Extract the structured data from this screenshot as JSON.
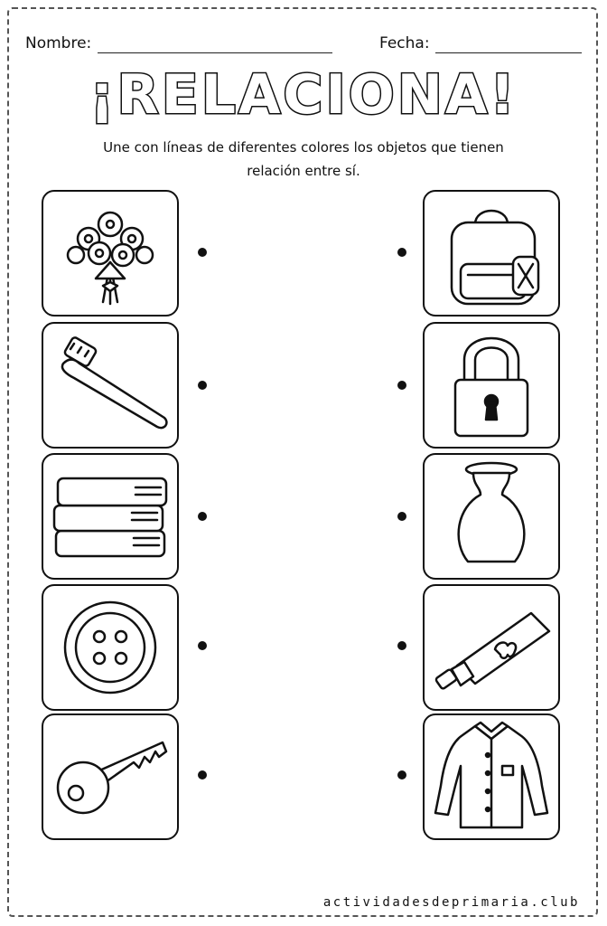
{
  "header": {
    "name_label": "Nombre:",
    "date_label": "Fecha:"
  },
  "title": "¡RELACIONA!",
  "instructions": {
    "line1": "Une con líneas de diferentes colores los objetos que tienen",
    "line2": "relación entre sí."
  },
  "left_items": [
    {
      "icon": "flower-bouquet-icon"
    },
    {
      "icon": "toothbrush-icon"
    },
    {
      "icon": "books-icon"
    },
    {
      "icon": "button-icon"
    },
    {
      "icon": "key-icon"
    }
  ],
  "right_items": [
    {
      "icon": "backpack-icon"
    },
    {
      "icon": "padlock-icon"
    },
    {
      "icon": "vase-icon"
    },
    {
      "icon": "toothpaste-icon"
    },
    {
      "icon": "shirt-icon"
    }
  ],
  "footer": "actividadesdeprimaria.club"
}
